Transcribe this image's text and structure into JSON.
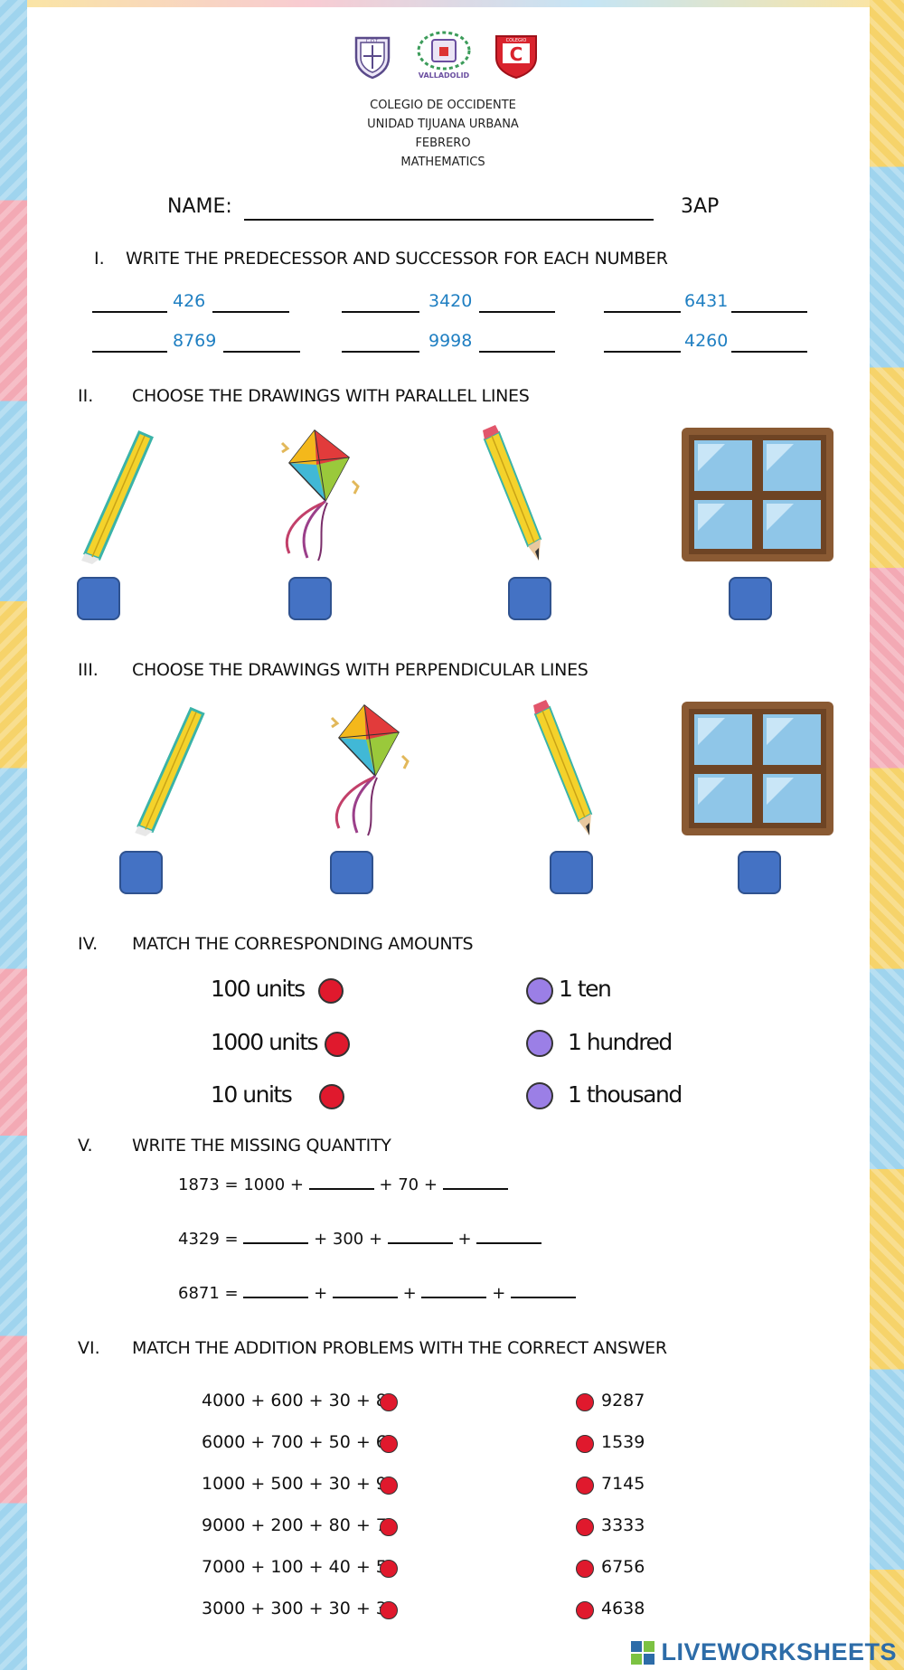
{
  "school": {
    "line1": "COLEGIO DE OCCIDENTE",
    "line2": "UNIDAD TIJUANA URBANA",
    "line3": "FEBRERO",
    "line4": "MATHEMATICS",
    "logo_center_text": "VALLADOLID",
    "logo_left_text": "C.O.T.",
    "logo_right_text": "COLEGIO"
  },
  "name_label": "NAME:",
  "group": "3AP",
  "section1": {
    "num": "I.",
    "title": "WRITE THE PREDECESSOR AND SUCCESSOR FOR EACH NUMBER",
    "numbers": [
      "426",
      "3420",
      "6431",
      "8769",
      "9998",
      "4260"
    ]
  },
  "section2": {
    "num": "II.",
    "title": "CHOOSE THE DRAWINGS WITH PARALLEL LINES"
  },
  "section3": {
    "num": "III.",
    "title": "CHOOSE THE DRAWINGS WITH PERPENDICULAR LINES"
  },
  "drawings": [
    "ruler-icon",
    "kite-icon",
    "pencil-icon",
    "window-icon"
  ],
  "section4": {
    "num": "IV.",
    "title": "MATCH THE CORRESPONDING AMOUNTS",
    "left": [
      "100 units",
      "1000 units",
      "10 units"
    ],
    "right": [
      "1 ten",
      "1 hundred",
      "1 thousand"
    ]
  },
  "section5": {
    "num": "V.",
    "title": "WRITE THE MISSING QUANTITY",
    "eq1": {
      "a": "1873 = 1000 +",
      "b": "+ 70 +"
    },
    "eq2": {
      "a": "4329 =",
      "b": "+ 300 +",
      "c": "+"
    },
    "eq3": {
      "a": "6871 =",
      "b": "+",
      "c": "+",
      "d": "+"
    }
  },
  "section6": {
    "num": "VI.",
    "title": "MATCH THE ADDITION PROBLEMS WITH THE CORRECT ANSWER",
    "problems": [
      "4000 + 600 + 30 + 8",
      "6000 + 700 + 50 + 6",
      "1000 + 500 + 30 + 9",
      "9000 + 200 + 80 + 7",
      "7000 + 100 + 40 + 5",
      "3000 + 300 + 30 + 3"
    ],
    "answers": [
      "9287",
      "1539",
      "7145",
      "3333",
      "6756",
      "4638"
    ]
  },
  "brand": "LIVEWORKSHEETS",
  "colors": {
    "checkbox": "#4472c4",
    "number_blue": "#1f7fc2",
    "match_red": "#e0192d",
    "match_purple": "#9b7fe6",
    "brand": "#2d6ca8"
  }
}
